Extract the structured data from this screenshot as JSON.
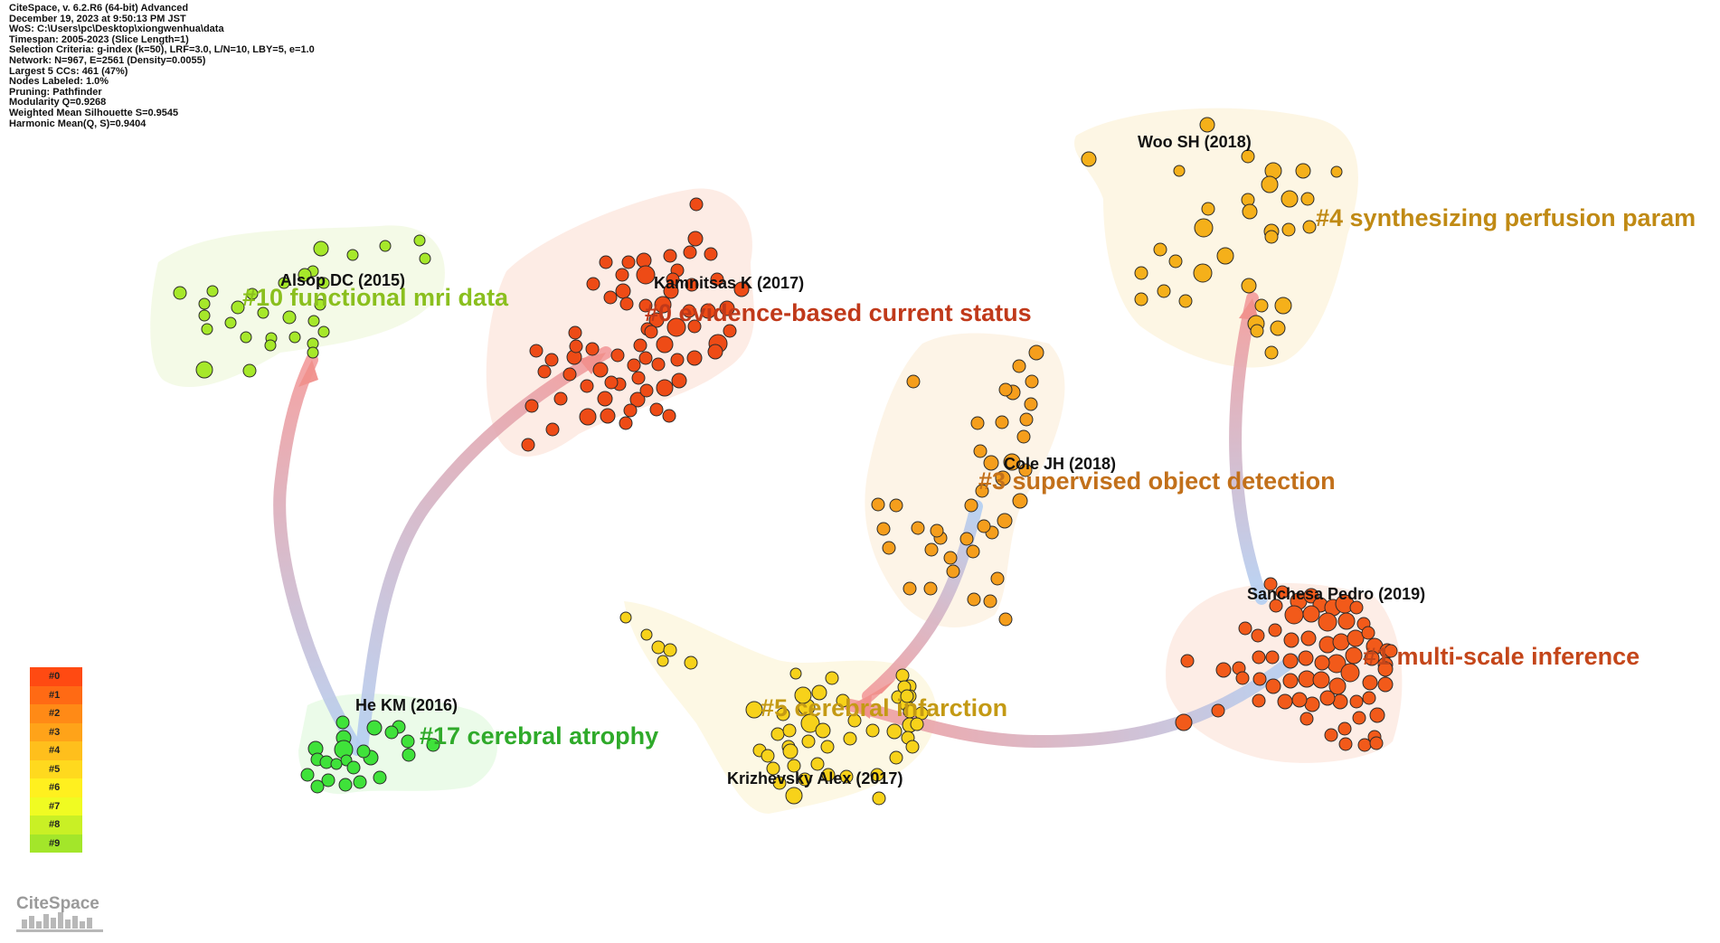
{
  "info": {
    "lines": [
      "CiteSpace, v. 6.2.R6 (64-bit) Advanced",
      "December 19, 2023 at 9:50:13 PM JST",
      "WoS: C:\\Users\\pc\\Desktop\\xiongwenhua\\data",
      "Timespan: 2005-2023 (Slice Length=1)",
      "Selection Criteria: g-index (k=50), LRF=3.0, L/N=10, LBY=5, e=1.0",
      "Network: N=967, E=2561 (Density=0.0055)",
      "Largest 5 CCs: 461 (47%)",
      "Nodes Labeled: 1.0%",
      "Pruning: Pathfinder",
      "Modularity Q=0.9268",
      "Weighted Mean Silhouette S=0.9545",
      "Harmonic Mean(Q, S)=0.9404"
    ]
  },
  "clusters": [
    {
      "id": "c10",
      "label": "#10 functional mri data",
      "color": "#8abf1e",
      "node_color": "#a6e82a",
      "hull_color": "#f3fae6"
    },
    {
      "id": "c0",
      "label": "#0 evidence-based current status",
      "color": "#c0391a",
      "node_color": "#ee4b16",
      "hull_color": "#fdebe4"
    },
    {
      "id": "c4",
      "label": "#4 synthesizing perfusion param",
      "color": "#c08a14",
      "node_color": "#f5b01a",
      "hull_color": "#fdf5e3"
    },
    {
      "id": "c3",
      "label": "#3 supervised object detection",
      "color": "#c2701a",
      "node_color": "#f59e1c",
      "hull_color": "#fdf3e6"
    },
    {
      "id": "c17",
      "label": "#17 cerebral atrophy",
      "color": "#2faa2a",
      "node_color": "#3fe23a",
      "hull_color": "#eafbe8"
    },
    {
      "id": "c5",
      "label": "#5 cerebral infarction",
      "color": "#c49a14",
      "node_color": "#f7d21a",
      "hull_color": "#fdf8e3"
    },
    {
      "id": "c1",
      "label": "#1 multi-scale inference",
      "color": "#c4461a",
      "node_color": "#f25a1a",
      "hull_color": "#fdece5"
    }
  ],
  "node_labels": [
    {
      "cluster": "c10",
      "text": "Alsop DC (2015)"
    },
    {
      "cluster": "c0",
      "text": "Kamnitsas K (2017)"
    },
    {
      "cluster": "c4",
      "text": "Woo SH (2018)"
    },
    {
      "cluster": "c3",
      "text": "Cole JH (2018)"
    },
    {
      "cluster": "c17",
      "text": "He KM (2016)"
    },
    {
      "cluster": "c5",
      "text": "Krizhevsky Alex (2017)"
    },
    {
      "cluster": "c1",
      "text": "Sanchesa Pedro (2019)"
    }
  ],
  "links": [
    {
      "from": "c17",
      "to": "c10"
    },
    {
      "from": "c17",
      "to": "c0"
    },
    {
      "from": "c3",
      "to": "c5"
    },
    {
      "from": "c1",
      "to": "c5"
    },
    {
      "from": "c1",
      "to": "c4"
    }
  ],
  "legend": {
    "items": [
      "#0",
      "#1",
      "#2",
      "#3",
      "#4",
      "#5",
      "#6",
      "#7",
      "#8",
      "#9"
    ],
    "colors": [
      "#ff4a12",
      "#ff6a14",
      "#ff8a16",
      "#ffa319",
      "#ffbf1c",
      "#ffd91e",
      "#fff01f",
      "#f0fb22",
      "#c9f025",
      "#a3e62a"
    ]
  },
  "logo": {
    "text": "CiteSpace"
  }
}
